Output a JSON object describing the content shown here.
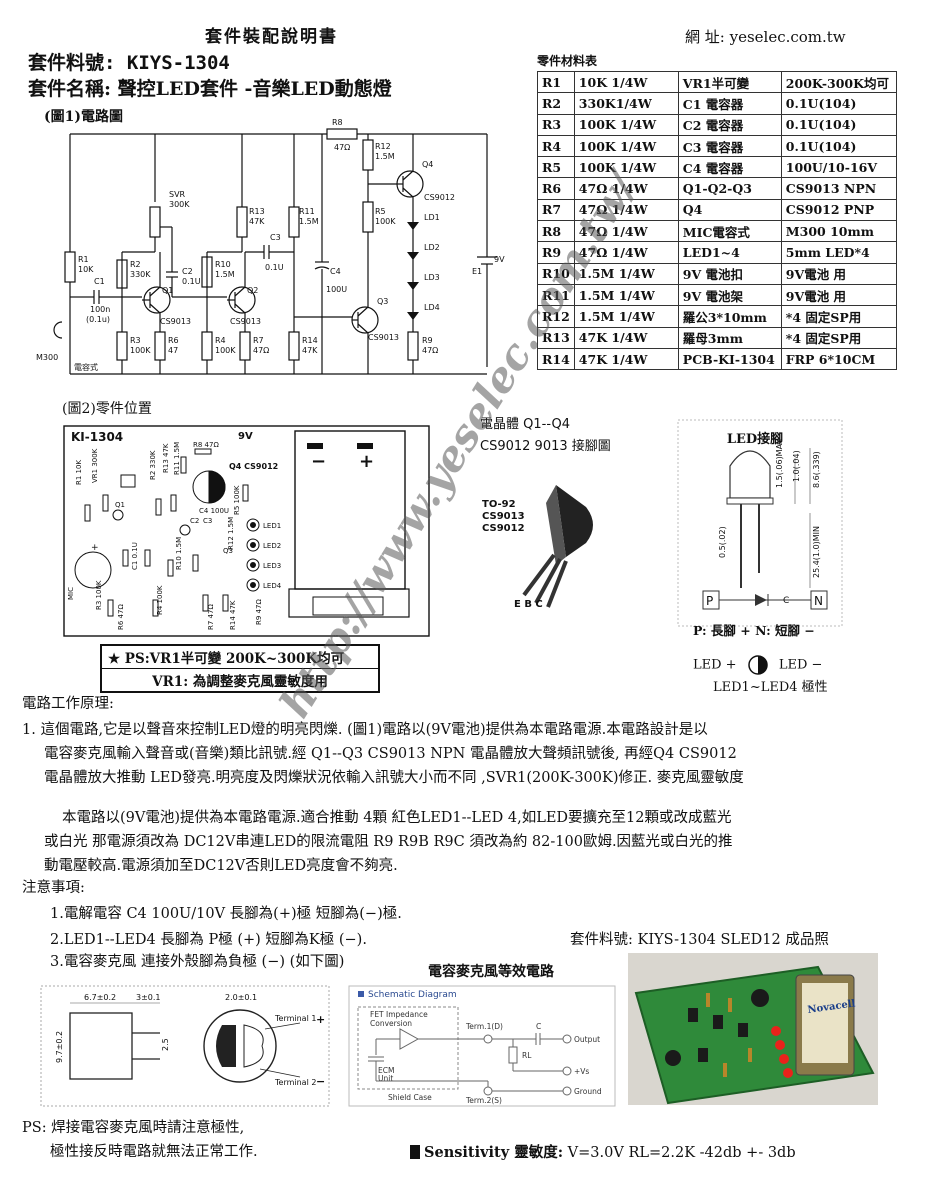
{
  "header": {
    "title": "套件裝配說明書",
    "website": "網  址: yeselec.com.tw",
    "kit_no": "套件料號: KIYS-1304",
    "kit_name": "套件名稱: 聲控LED套件 -音樂LED動態燈"
  },
  "fig1_label": "(圖1)電路圖",
  "fig2_label": "(圖2)零件位置",
  "parts_table": {
    "title": "零件材料表",
    "rows": [
      [
        "R1",
        "10K 1/4W",
        "VR1半可變",
        "200K-300K均可"
      ],
      [
        "R2",
        "330K1/4W",
        "C1 電容器",
        "0.1U(104)"
      ],
      [
        "R3",
        "100K 1/4W",
        "C2 電容器",
        "0.1U(104)"
      ],
      [
        "R4",
        "100K 1/4W",
        "C3 電容器",
        "0.1U(104)"
      ],
      [
        "R5",
        "100K 1/4W",
        "C4  電容器",
        "100U/10-16V"
      ],
      [
        "R6",
        "47Ω  1/4W",
        "Q1-Q2-Q3",
        "CS9013 NPN"
      ],
      [
        "R7",
        "47Ω  1/4W",
        "Q4",
        "CS9012 PNP"
      ],
      [
        "R8",
        "47Ω  1/4W",
        "MIC電容式",
        "M300 10mm"
      ],
      [
        "R9",
        "47Ω  1/4W",
        "LED1~4",
        "5mm LED*4"
      ],
      [
        "R10",
        "1.5M  1/4W",
        "9V 電池扣",
        "9V電池 用"
      ],
      [
        "R11",
        "1.5M  1/4W",
        "9V 電池架",
        "9V電池 用"
      ],
      [
        "R12",
        "1.5M  1/4W",
        "羅公3*10mm",
        "*4 固定SP用"
      ],
      [
        "R13",
        "47K  1/4W",
        "羅母3mm",
        "*4 固定SP用"
      ],
      [
        "R14",
        "47K  1/4W",
        "PCB-KI-1304",
        "FRP  6*10CM"
      ]
    ]
  },
  "schematic": {
    "labels": {
      "r8": "R8",
      "r8v": "47Ω",
      "r12": "R12",
      "r12v": "1.5M",
      "q4": "Q4",
      "q4t": "CS9012",
      "svr": "SVR",
      "svrv": "300K",
      "r13": "R13",
      "r13v": "47K",
      "r11": "R11",
      "r11v": "1.5M",
      "c3": "C3",
      "c3v": "0.1U",
      "r5": "R5",
      "r5v": "100K",
      "ld1": "LD1",
      "ld2": "LD2",
      "ld3": "LD3",
      "ld4": "LD4",
      "e1": "E1",
      "e1v": "9V",
      "r1": "R1",
      "r1v": "10K",
      "r2": "R2",
      "r2v": "330K",
      "c2": "C2",
      "c2v": "0.1U",
      "r10": "R10",
      "r10v": "1.5M",
      "c4": "C4",
      "c4v": "100U",
      "c1": "C1",
      "c1v": "100n",
      "c1v2": "(0.1u)",
      "q1": "Q1",
      "q2": "Q2",
      "q3": "Q3",
      "q1t": "CS9013",
      "q2t": "CS9013",
      "q3t": "CS9013",
      "r3": "R3",
      "r3v": "100K",
      "r6": "R6",
      "r6v": "47",
      "r4": "R4",
      "r4v": "100K",
      "r7": "R7",
      "r7v": "47Ω",
      "r14": "R14",
      "r14v": "47K",
      "r9": "R9",
      "r9v": "47Ω",
      "mic": "M300",
      "mic2": "電容式"
    }
  },
  "pcb": {
    "board_name": "KI-1304",
    "v9": "9V",
    "minus": "−",
    "plus": "+",
    "labels": [
      "R1 10K",
      "VR1 300K",
      "R2 330K",
      "Q1",
      "R8 47Ω",
      "R13 47K",
      "R11 1.5M",
      "Q4 CS9012",
      "C4 100U",
      "R5 100K",
      "C3",
      "C2",
      "R12 1.5M",
      "R10 1.5M",
      "Q3",
      "LED1",
      "LED2",
      "LED3",
      "LED4",
      "C1 0.1U",
      "R3 100K",
      "R4 100K",
      "R6 47Ω",
      "R7 47Ω",
      "R14 47K",
      "R9 47Ω",
      "MIC",
      "+"
    ]
  },
  "ps_box": {
    "line1": "★ PS:VR1半可變 200K~300K均可",
    "line2": "VR1: 為調整麥克風靈敏度用"
  },
  "transistor": {
    "caption1": "電晶體  Q1--Q4",
    "caption2": "CS9012 9013 接腳圖",
    "pkg": "TO-92",
    "t1": "CS9013",
    "t2": "CS9012",
    "pins": "E B C"
  },
  "led_info": {
    "title": "LED接腳",
    "dims": [
      "1.5(.06)MAX",
      "1.0(.04)",
      "8.6(.339)",
      "0.5(.02)",
      "25.4(1.0)MIN"
    ],
    "p": "P",
    "n": "N",
    "c": "C",
    "pn_line": "P: 長腳 +   N: 短腳 −",
    "pol_line_plus": "LED +",
    "pol_line_minus": "LED −",
    "pol_line2": "LED1~LED4 極性"
  },
  "body": {
    "section_title": "電路工作原理:",
    "para1_l1": "1. 這個電路,它是以聲音來控制LED燈的明亮閃爍. (圖1)電路以(9V電池)提供為本電路電源.本電路設計是以",
    "para1_l2": "電容麥克風輸入聲音或(音樂)類比訊號.經 Q1--Q3  CS9013 NPN 電晶體放大聲頻訊號後, 再經Q4 CS9012",
    "para1_l3": "電晶體放大推動 LED發亮.明亮度及閃爍狀況依輸入訊號大小而不同 ,SVR1(200K-300K)修正. 麥克風靈敏度",
    "para2_l1": "本電路以(9V電池)提供為本電路電源.適合推動 4顆 紅色LED1--LED 4,如LED要擴充至12顆或改成藍光",
    "para2_l2": "或白光 那電源須改為 DC12V串連LED的限流電阻 R9 R9B R9C 須改為約 82-100歐姆.因藍光或白光的推",
    "para2_l3": "動電壓較高.電源須加至DC12V否則LED亮度會不夠亮.",
    "notes_title": "注意事項:",
    "note1": "1.電解電容 C4 100U/10V 長腳為(+)極  短腳為(−)極.",
    "note2": "2.LED1--LED4 長腳為 P極 (+)  短腳為K極 (−).",
    "note3": "3.電容麥克風 連接外殼腳為負極 (−) (如下圖)"
  },
  "photo_caption": "套件料號: KIYS-1304 SLED12  成品照",
  "ecm_title": "電容麥克風等效電路",
  "ecm_drawing": {
    "d1": "6.7±0.2",
    "d2": "3±0.1",
    "d3": "2.0±0.1",
    "d4": "9.7±0.2",
    "d5": "2.5",
    "t1": "Terminal 1",
    "t1s": "+",
    "t2": "Terminal 2",
    "t2s": "−"
  },
  "schem2": {
    "title": "Schematic Diagram",
    "fet1": "FET Impedance",
    "fet2": "Conversion",
    "ecm1": "ECM",
    "ecm2": "Unit",
    "term1": "Term.1(D)",
    "term2": "Term.2(S)",
    "c": "C",
    "rl": "RL",
    "output": "Output",
    "vs": "+Vs",
    "ground": "Ground",
    "shield": "Shield Case"
  },
  "photo": {
    "battery_brand": "Novacell"
  },
  "footer": {
    "ps1": "PS: 焊接電容麥克風時請注意極性,",
    "ps2": "極性接反時電路就無法正常工作.",
    "sens_label": "Sensitivity 靈敏度:",
    "sens_value": " V=3.0V RL=2.2K  -42db +- 3db"
  },
  "watermark": "http://www.yeselec.com.tw/",
  "colors": {
    "pcb_green": "#2f8a3a",
    "led_red": "#e8231b",
    "battery": "#8a7a4a"
  }
}
